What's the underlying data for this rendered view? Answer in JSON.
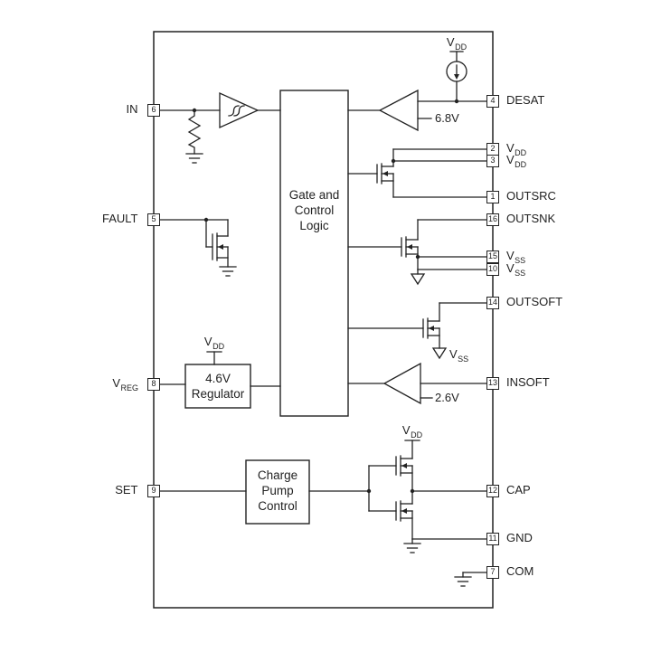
{
  "pins": {
    "left": [
      {
        "number": "6",
        "label": "IN",
        "sub": ""
      },
      {
        "number": "5",
        "label": "FAULT",
        "sub": ""
      },
      {
        "number": "8",
        "label": "V",
        "sub": "REG"
      },
      {
        "number": "9",
        "label": "SET",
        "sub": ""
      }
    ],
    "right": [
      {
        "number": "4",
        "label": "DESAT",
        "sub": ""
      },
      {
        "number": "2",
        "label": "V",
        "sub": "DD"
      },
      {
        "number": "3",
        "label": "V",
        "sub": "DD"
      },
      {
        "number": "1",
        "label": "OUTSRC",
        "sub": ""
      },
      {
        "number": "16",
        "label": "OUTSNK",
        "sub": ""
      },
      {
        "number": "15",
        "label": "V",
        "sub": "SS"
      },
      {
        "number": "10",
        "label": "V",
        "sub": "SS"
      },
      {
        "number": "14",
        "label": "OUTSOFT",
        "sub": ""
      },
      {
        "number": "13",
        "label": "INSOFT",
        "sub": ""
      },
      {
        "number": "12",
        "label": "CAP",
        "sub": ""
      },
      {
        "number": "11",
        "label": "GND",
        "sub": ""
      },
      {
        "number": "7",
        "label": "COM",
        "sub": ""
      }
    ]
  },
  "blocks": {
    "logic": {
      "lines": [
        "Gate and",
        "Control",
        "Logic"
      ]
    },
    "regulator": {
      "lines": [
        "4.6V",
        "Regulator"
      ]
    },
    "charge_pump": {
      "lines": [
        "Charge",
        "Pump",
        "Control"
      ]
    }
  },
  "supplies": {
    "vdd_top": {
      "label": "V",
      "sub": "DD"
    },
    "vdd_regulator": {
      "label": "V",
      "sub": "DD"
    },
    "vdd_charge_pump": {
      "label": "V",
      "sub": "DD"
    },
    "vss_outsoft": {
      "label": "V",
      "sub": "SS"
    }
  },
  "thresholds": {
    "desat": "6.8V",
    "insoft": "2.6V"
  },
  "colors": {
    "ink": "#222222",
    "background": "#ffffff"
  }
}
